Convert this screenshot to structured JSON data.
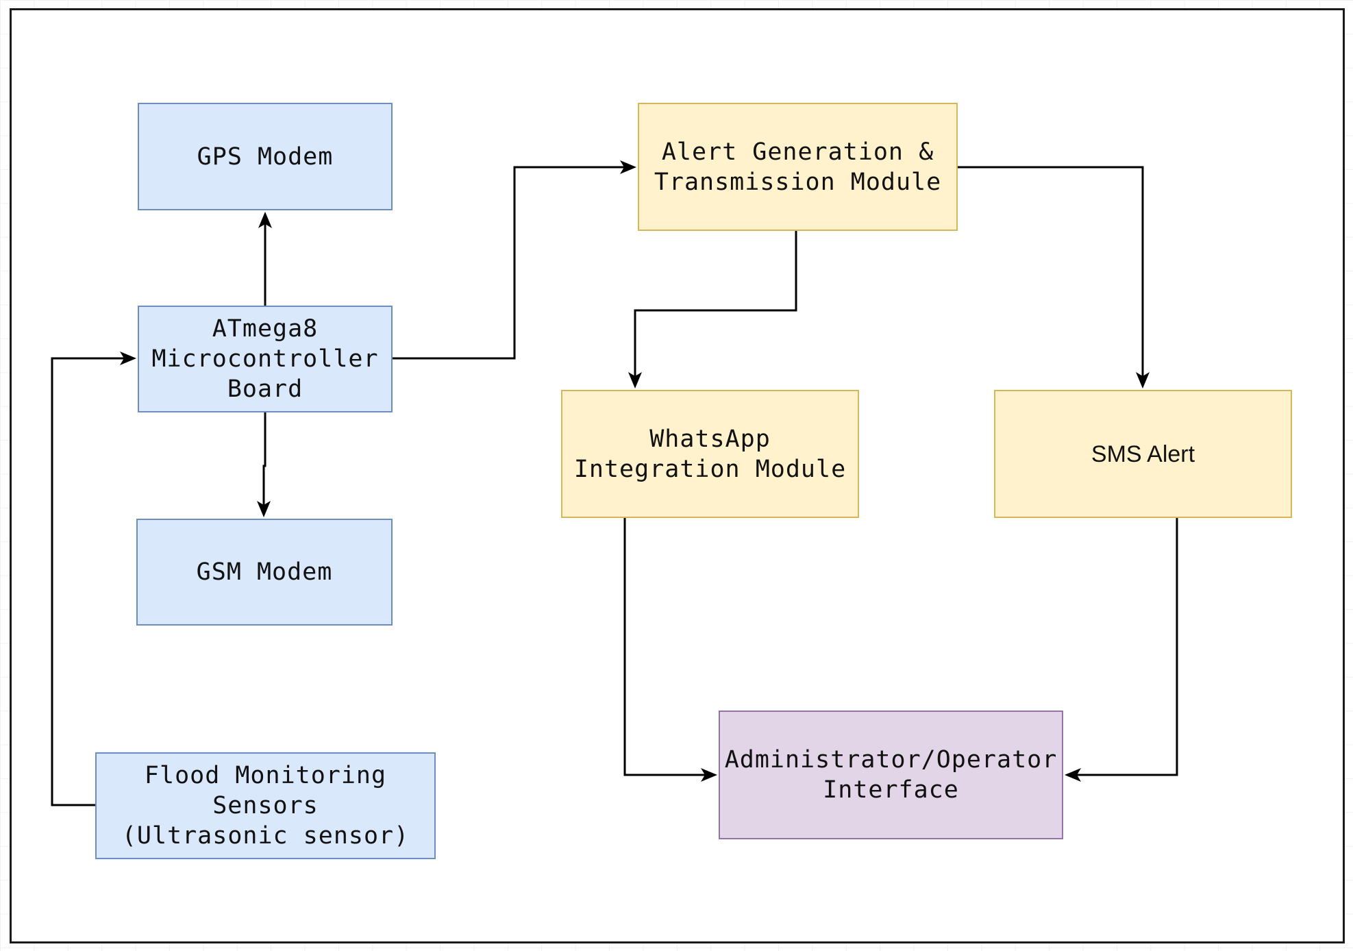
{
  "nodes": {
    "gps": "GPS Modem",
    "atmega": "ATmega8\nMicrocontroller\nBoard",
    "gsm": "GSM Modem",
    "flood": "Flood Monitoring\nSensors\n(Ultrasonic sensor)",
    "alert": "Alert Generation &\nTransmission Module",
    "whatsapp": "WhatsApp\nIntegration Module",
    "sms": "SMS Alert",
    "admin": "Administrator/Operator\nInterface"
  },
  "colors": {
    "blue_fill": "#dae8fc",
    "blue_stroke": "#6c8ebf",
    "yellow_fill": "#fff2cc",
    "yellow_stroke": "#d6b656",
    "purple_fill": "#e1d5e7",
    "purple_stroke": "#9673a6",
    "edge": "#000000"
  },
  "edges": [
    {
      "from": "atmega",
      "to": "gps"
    },
    {
      "from": "atmega",
      "to": "gsm"
    },
    {
      "from": "flood",
      "to": "atmega"
    },
    {
      "from": "atmega",
      "to": "alert"
    },
    {
      "from": "alert",
      "to": "whatsapp"
    },
    {
      "from": "alert",
      "to": "sms"
    },
    {
      "from": "whatsapp",
      "to": "admin"
    },
    {
      "from": "sms",
      "to": "admin"
    }
  ]
}
